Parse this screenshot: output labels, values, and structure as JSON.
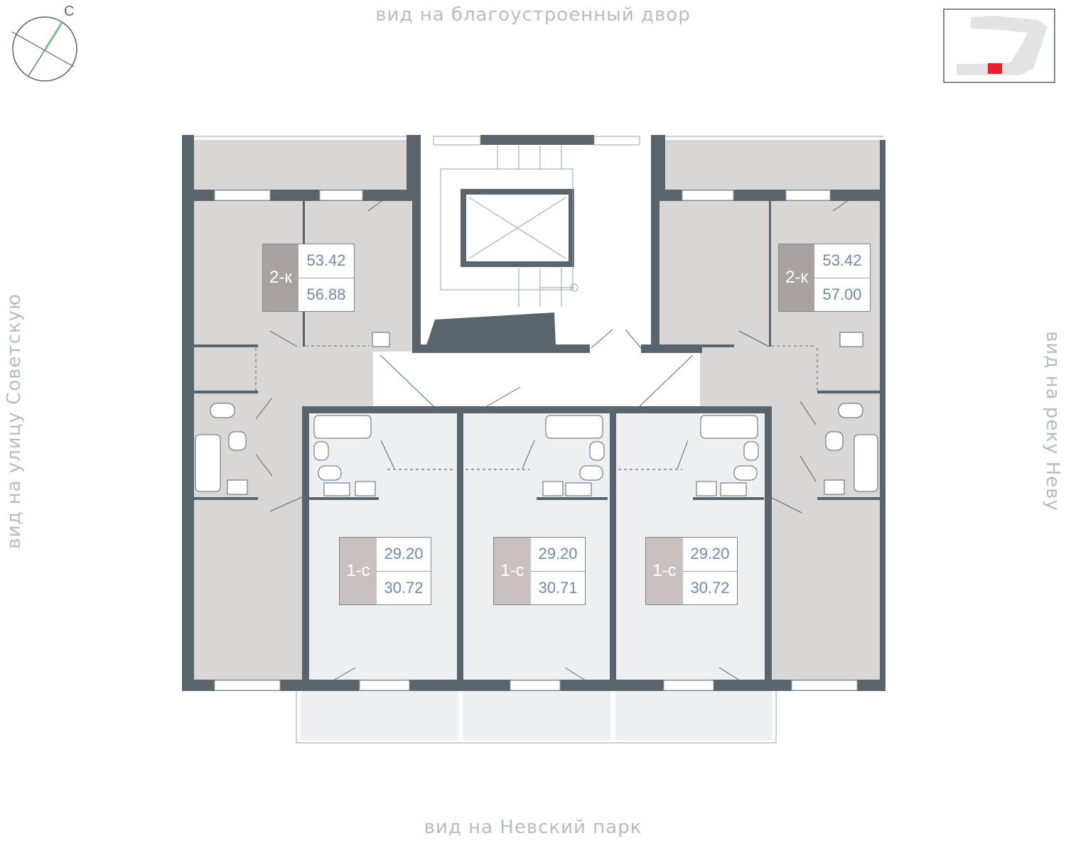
{
  "views": {
    "top": "вид на благоустроенный двор",
    "bottom": "вид на Невский парк",
    "left": "вид на улицу Советскую",
    "right": "вид на реку Неву"
  },
  "compass": {
    "north_label": "С"
  },
  "colors": {
    "wall": "#5a646c",
    "room_gray": "#d9d6d6",
    "room_light": "#eeeff1",
    "tag_dark": "#a8a3a2",
    "tag_light": "#c8c1c0",
    "area_text": "#6e8aa5",
    "highlight": "#e8202b"
  },
  "apartments": [
    {
      "id": "apt-2k-left",
      "type": "2-к",
      "area_living": "53.42",
      "area_total": "56.88"
    },
    {
      "id": "apt-2k-right",
      "type": "2-к",
      "area_living": "53.42",
      "area_total": "57.00"
    },
    {
      "id": "apt-1s-a",
      "type": "1-с",
      "area_living": "29.20",
      "area_total": "30.72"
    },
    {
      "id": "apt-1s-b",
      "type": "1-с",
      "area_living": "29.20",
      "area_total": "30.71"
    },
    {
      "id": "apt-1s-c",
      "type": "1-с",
      "area_living": "29.20",
      "area_total": "30.72"
    }
  ]
}
